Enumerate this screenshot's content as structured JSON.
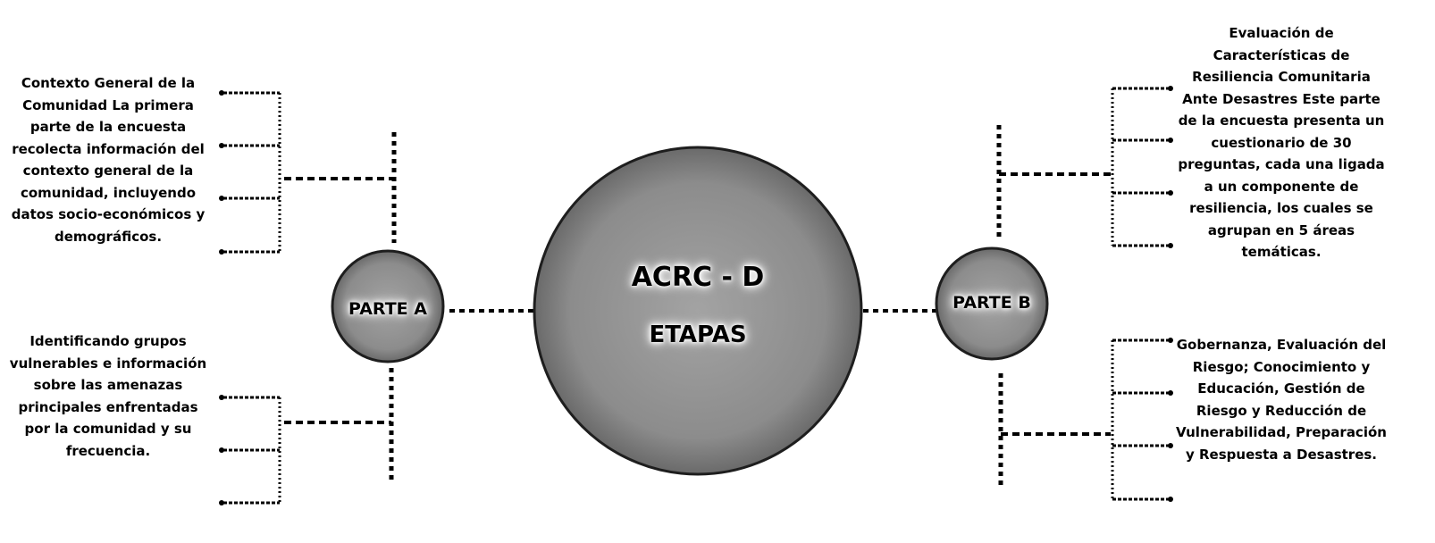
{
  "center": {
    "title": "ACRC - D",
    "subtitle": "ETAPAS"
  },
  "parte_a": {
    "label": "PARTE A",
    "top_text": "Contexto General de la Comunidad La primera parte de la encuesta recolecta información del contexto general de la comunidad, incluyendo datos socio-económicos y demográficos.",
    "bottom_text": "Identificando grupos vulnerables e información sobre las amenazas principales enfrentadas por la comunidad y su frecuencia."
  },
  "parte_b": {
    "label": "PARTE B",
    "top_text": "Evaluación de Características de Resiliencia Comunitaria Ante Desastres Este parte de la encuesta presenta un cuestionario de 30 preguntas, cada una ligada a un componente de resiliencia, los cuales se agrupan en 5 áreas temáticas.",
    "bottom_text": "Gobernanza, Evaluación del Riesgo; Conocimiento y Educación, Gestión de Riesgo y Reducción de Vulnerabilidad, Preparación y Respuesta a Desastres."
  },
  "colors": {
    "circle_fill": "#8a8a8a",
    "circle_stroke": "#1e1e1e",
    "line": "#000000"
  }
}
